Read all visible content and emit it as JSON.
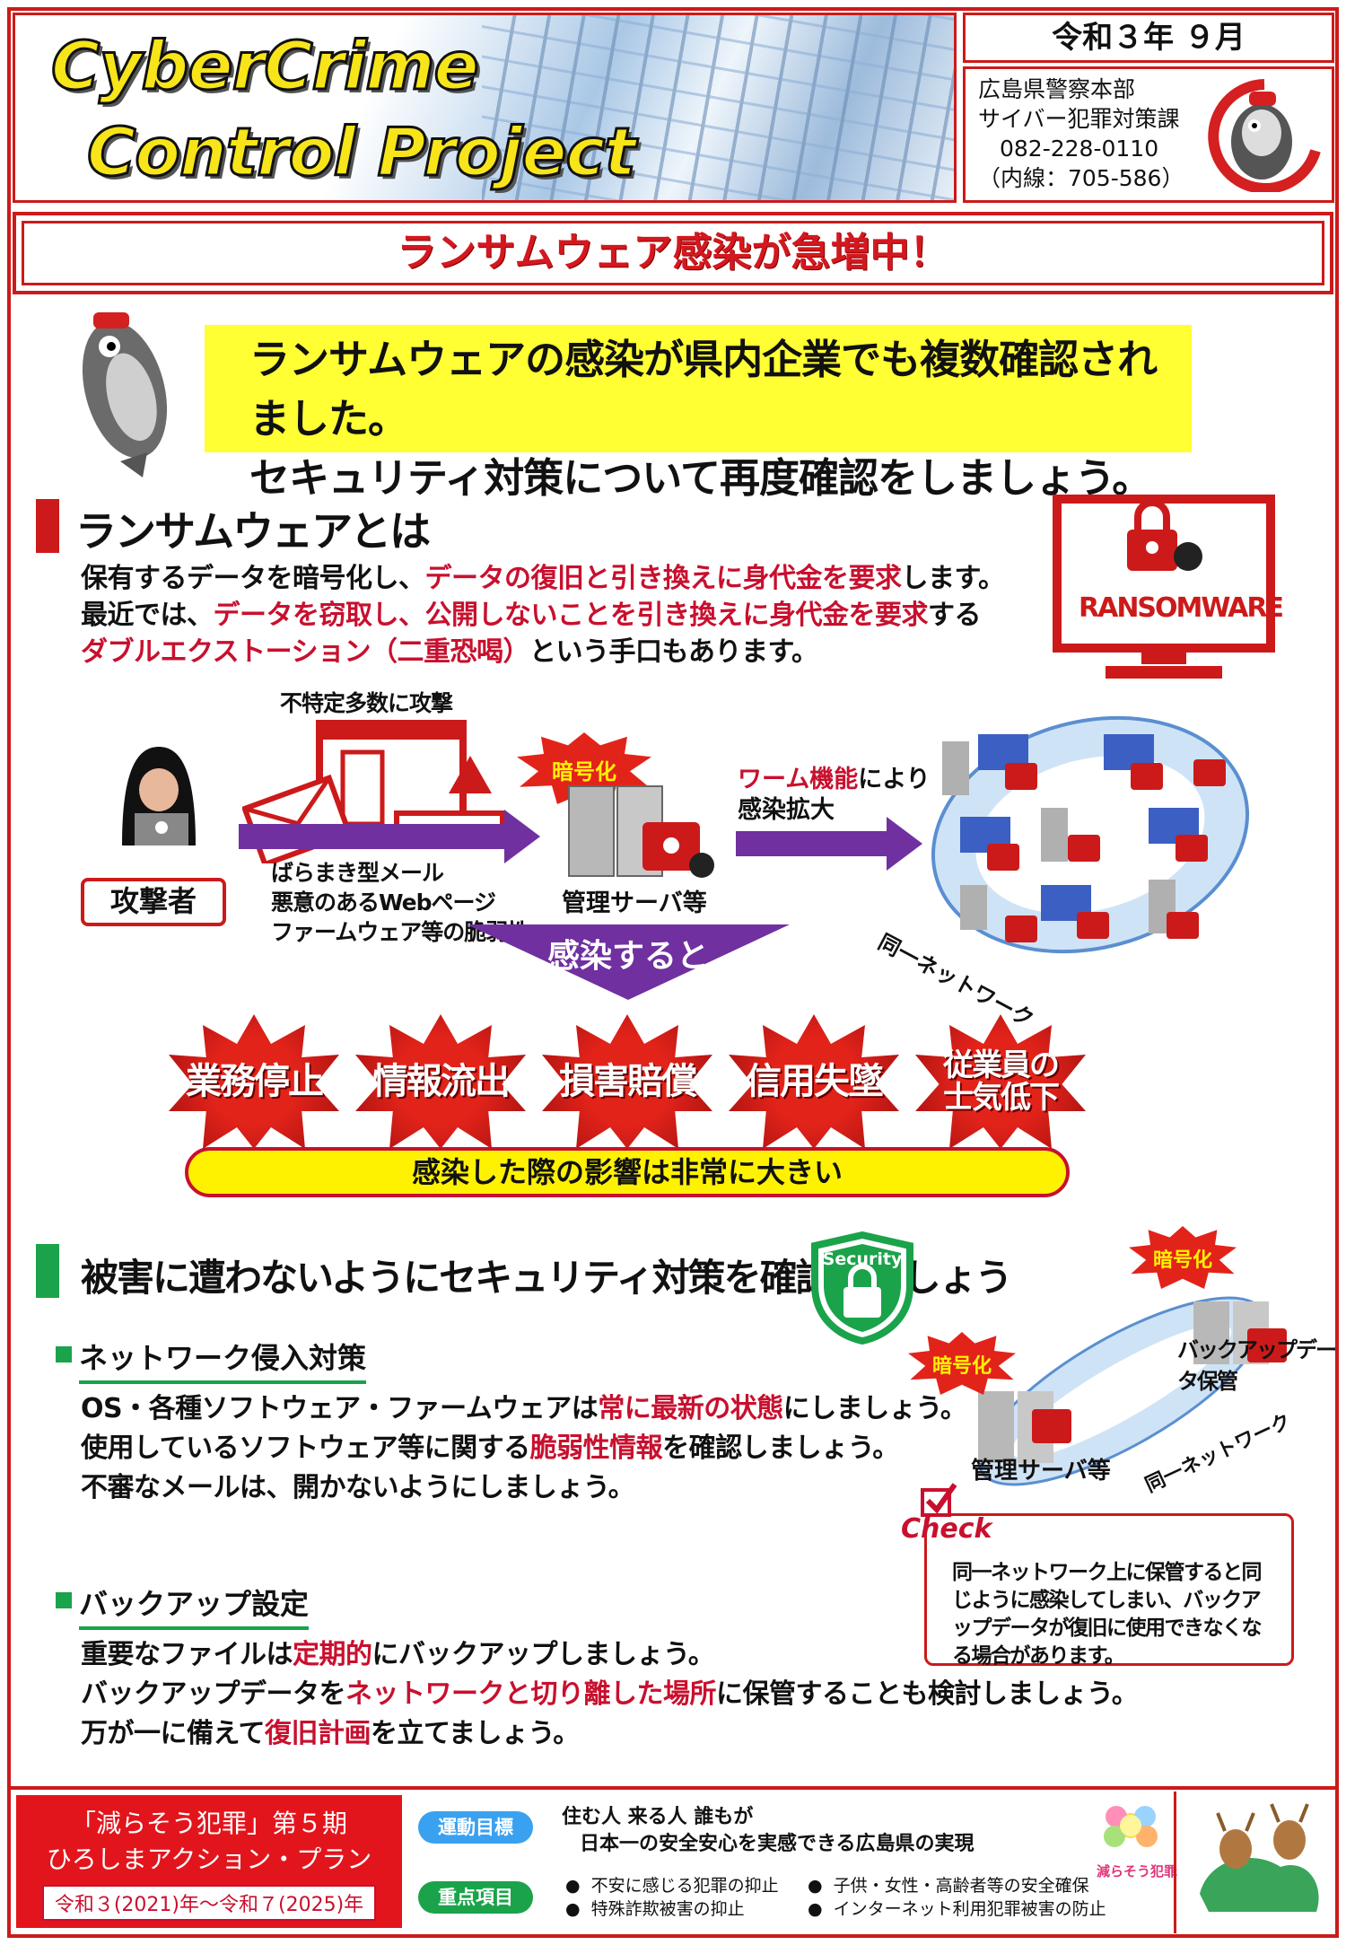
{
  "header": {
    "logo_line1": "CyberCrime",
    "logo_line2": "Control Project",
    "date": "令和３年 ９月",
    "org": "広島県警察本部",
    "dept": "サイバー犯罪対策課",
    "phone": "082-228-0110",
    "ext": "（内線：705-586）"
  },
  "title": "ランサムウェア感染が急増中！",
  "alert": {
    "line1": "ランサムウェアの感染が県内企業でも複数確認されました。",
    "line2": "セキュリティ対策について再度確認をしましょう。"
  },
  "section1": {
    "heading": "ランサムウェアとは",
    "p1_a": "保有するデータを暗号化し、",
    "p1_b": "データの復旧と引き換えに身代金を要求",
    "p1_c": "します。",
    "p2_a": "最近では、",
    "p2_b": "データを窃取し、公開しないことを引き換えに身代金を要求",
    "p2_c": "する",
    "p3_a": "ダブルエクストーション（二重恐喝）",
    "p3_b": "という手口もあります。",
    "ransom_label": "RANSOMWARE"
  },
  "diagram": {
    "attacker": "攻撃者",
    "target": "不特定多数に攻撃",
    "vectors": [
      "ばらまき型メール",
      "悪意のあるWebページ",
      "ファームウェア等の脆弱性"
    ],
    "encrypt": "暗号化",
    "server": "管理サーバ等",
    "worm_a": "ワーム機能",
    "worm_b": "により",
    "spread": "感染拡大",
    "network": "同一ネットワーク",
    "infect": "感染すると"
  },
  "impacts": [
    "業務停止",
    "情報流出",
    "損害賠償",
    "信用失墜",
    "従業員の\n士気低下"
  ],
  "impact_note": "感染した際の影響は非常に大きい",
  "section2": {
    "heading": "被害に遭わないようにセキュリティ対策を確認しましょう",
    "security_badge": "Security",
    "net_h": "ネットワーク侵入対策",
    "n1_a": "OS・各種ソフトウェア・ファームウェアは",
    "n1_b": "常に最新の状態",
    "n1_c": "にしましょう。",
    "n2_a": "使用しているソフトウェア等に関する",
    "n2_b": "脆弱性情報",
    "n2_c": "を確認しましょう。",
    "n3": "不審なメールは、開かないようにしましょう。",
    "bk_h": "バックアップ設定",
    "b1_a": "重要なファイルは",
    "b1_b": "定期的",
    "b1_c": "にバックアップしましょう。",
    "b2_a": "バックアップデータを",
    "b2_b": "ネットワークと切り離した場所",
    "b2_c": "に保管することも検討しましょう。",
    "b3_a": "万が一に備えて",
    "b3_b": "復旧計画",
    "b3_c": "を立てましょう。",
    "enc1": "暗号化",
    "enc2": "暗号化",
    "backup_store": "バックアップデータ保管",
    "server2": "管理サーバ等",
    "network2": "同一ネットワーク",
    "check_lbl": "Check",
    "check_text": "同一ネットワーク上に保管すると同じように感染してしまい、バックアップデータが復旧に使用できなくなる場合があります。"
  },
  "footer": {
    "plan1": "「減らそう犯罪」第５期",
    "plan2": "ひろしまアクション・プラン",
    "period": "令和３(2021)年～令和７(2025)年",
    "goal_pill": "運動目標",
    "goal1": "住む人 来る人 誰もが",
    "goal2": "日本一の安全安心を実感できる広島県の実現",
    "focus_pill": "重点項目",
    "focus": [
      "不安に感じる犯罪の抑止",
      "子供・女性・高齢者等の安全確保",
      "特殊詐欺被害の抑止",
      "インターネット利用犯罪被害の防止"
    ],
    "mascot": "減らそう犯罪"
  },
  "colors": {
    "accent": "#cc1a1a",
    "yellow": "#ffff33",
    "purple": "#7030a0",
    "green": "#1aa34a",
    "blue_pill": "#3aa1f0"
  }
}
